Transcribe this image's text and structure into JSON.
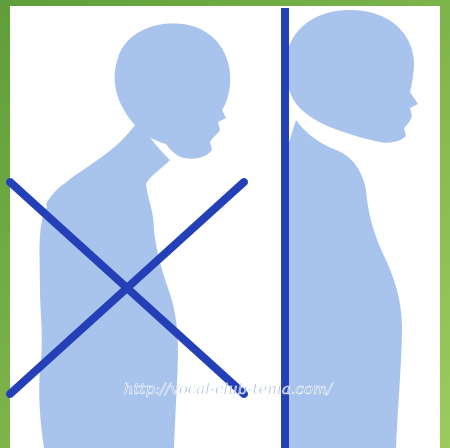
{
  "colors": {
    "silhouette": "#A9C4EC",
    "mark": "#2340B8",
    "background": "#FFFFFF",
    "frame_green": "#5E9E3A",
    "frame_green_light": "#9CCB5C",
    "watermark": "#8EA9D6"
  },
  "watermark": {
    "text": "http://vocal-club-tenia.com/"
  },
  "figures": {
    "left": {
      "name": "slouched-posture",
      "marked_wrong": true
    },
    "right": {
      "name": "upright-posture",
      "reference_line": true
    }
  }
}
